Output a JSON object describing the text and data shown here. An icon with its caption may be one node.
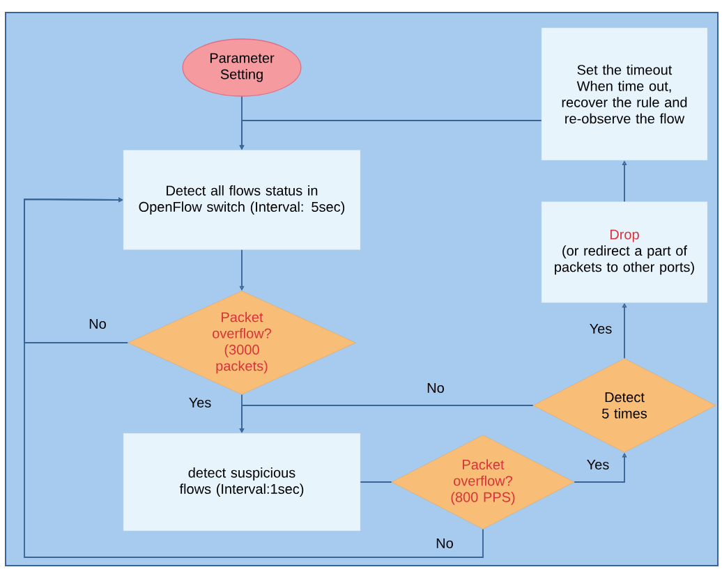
{
  "diagram": {
    "nodes": [
      {
        "text": [
          "Parameter Setting"
        ]
      },
      {
        "text": [
          "Detect all flows status in OpenFlow switch (Interval: 5sec)"
        ]
      },
      {
        "text": [
          "Packet overflow? (3000 packets)"
        ]
      },
      {
        "text": [
          "detect suspicious flows (Interval:1sec)"
        ]
      },
      {
        "text": [
          "Packet overflow? (800 PPS)"
        ]
      },
      {
        "text": [
          "Detect 5 times"
        ]
      },
      {
        "text": [
          "Drop",
          "(or redirect a part of packets to other ports)"
        ]
      },
      {
        "text": [
          "Set the timeout When time out, recover the rule and re-observe the flow"
        ]
      }
    ],
    "edges": [
      {
        "from": 0,
        "to": 1,
        "arrow": "to"
      },
      {
        "from": 7,
        "to": 1,
        "arrow": "to"
      },
      {
        "from": 1,
        "to": 2,
        "arrow": "to"
      },
      {
        "from": 2,
        "to": 1,
        "arrow": "to",
        "label": "No"
      },
      {
        "from": 2,
        "to": 3,
        "arrow": "to",
        "label": "Yes"
      },
      {
        "from": 3,
        "to": 4,
        "arrow": "none"
      },
      {
        "from": 4,
        "to": 5,
        "arrow": "to",
        "label": "Yes"
      },
      {
        "from": 4,
        "to": 1,
        "arrow": "to",
        "label": "No"
      },
      {
        "from": 5,
        "to": 3,
        "arrow": "to",
        "label": "No"
      },
      {
        "from": 5,
        "to": 6,
        "arrow": "to",
        "label": "Yes"
      },
      {
        "from": 6,
        "to": 7,
        "arrow": "to"
      }
    ]
  }
}
